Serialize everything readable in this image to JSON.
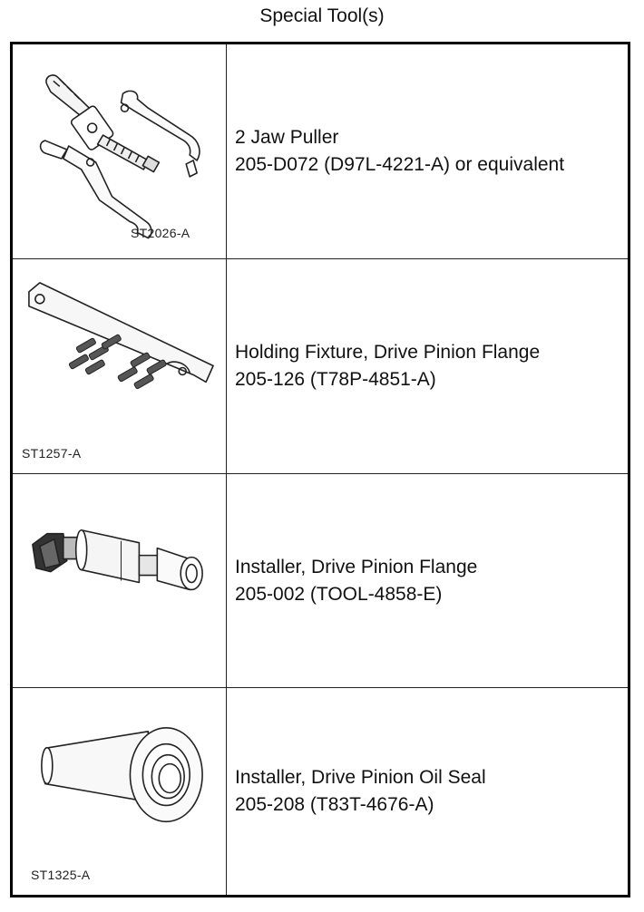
{
  "page": {
    "title": "Special Tool(s)"
  },
  "tools": [
    {
      "code": "ST2026-A",
      "name": "2 Jaw Puller",
      "part": "205-D072 (D97L-4221-A) or equivalent",
      "icon": "jaw-puller-icon"
    },
    {
      "code": "ST1257-A",
      "name": "Holding Fixture, Drive Pinion Flange",
      "part": "205-126 (T78P-4851-A)",
      "icon": "holding-fixture-icon"
    },
    {
      "code": "",
      "name": "Installer, Drive Pinion Flange",
      "part": "205-002 (TOOL-4858-E)",
      "icon": "flange-installer-icon"
    },
    {
      "code": "ST1325-A",
      "name": "Installer, Drive Pinion Oil Seal",
      "part": "205-208 (T83T-4676-A)",
      "icon": "oil-seal-installer-icon"
    }
  ]
}
